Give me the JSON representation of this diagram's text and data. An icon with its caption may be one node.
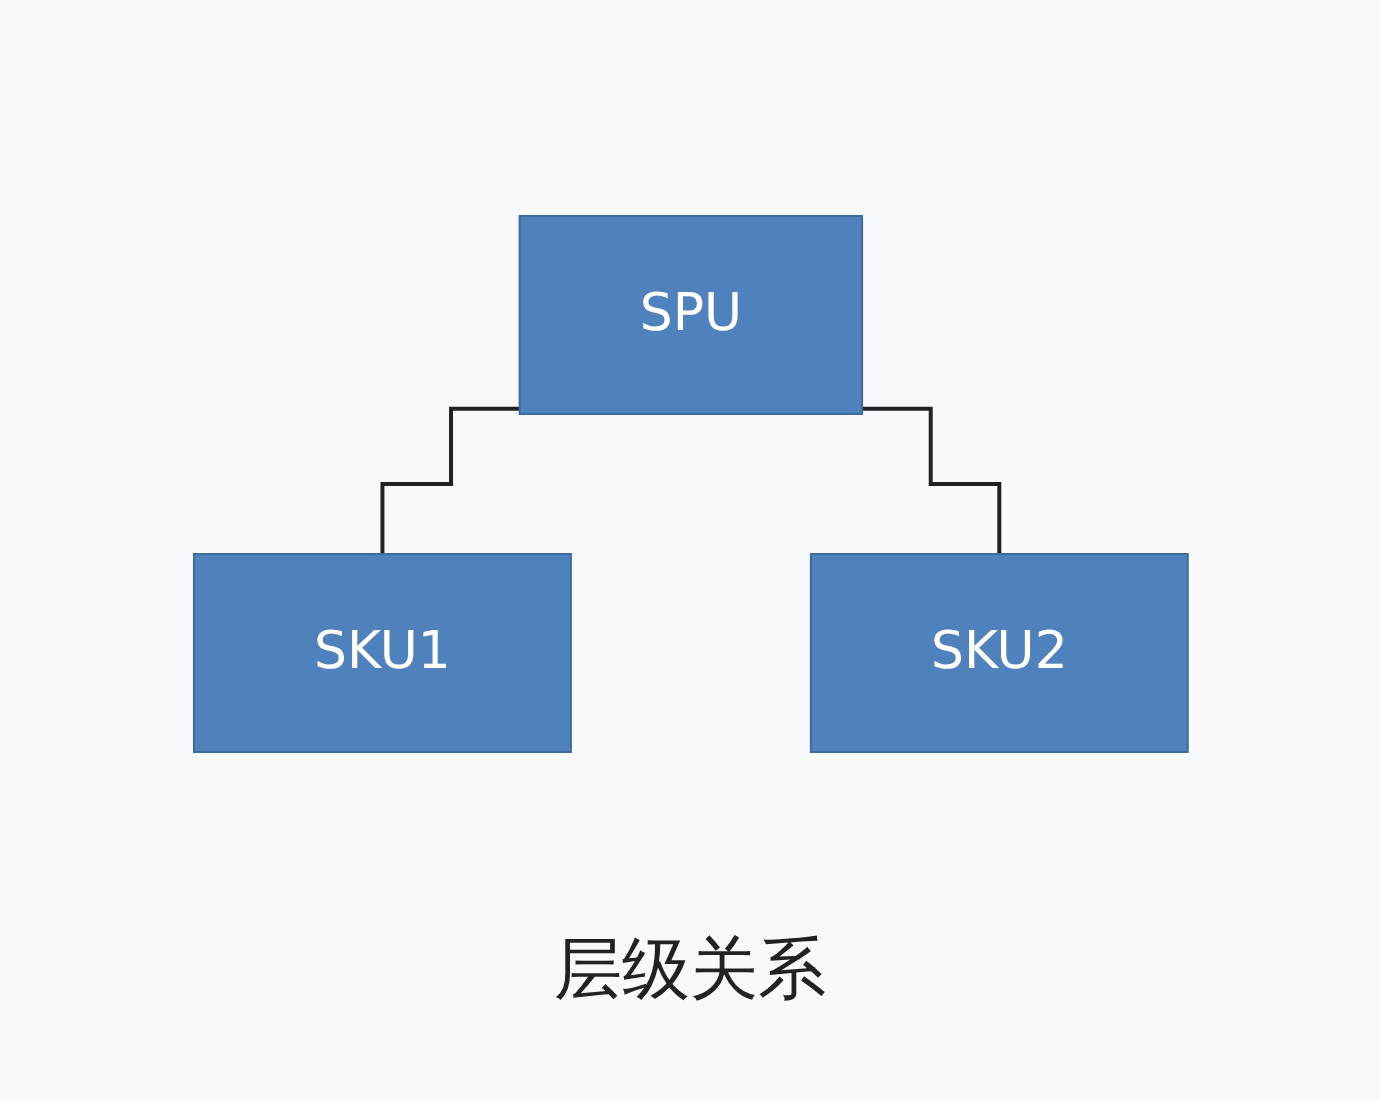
{
  "diagram": {
    "caption": "层级关系",
    "nodes": [
      {
        "text": [
          "SPU"
        ]
      },
      {
        "text": [
          "SKU1"
        ]
      },
      {
        "text": [
          "SKU2"
        ]
      }
    ],
    "edges": [
      {
        "from": 0,
        "to": 1,
        "arrow": "none"
      },
      {
        "from": 0,
        "to": 2,
        "arrow": "none"
      }
    ]
  }
}
